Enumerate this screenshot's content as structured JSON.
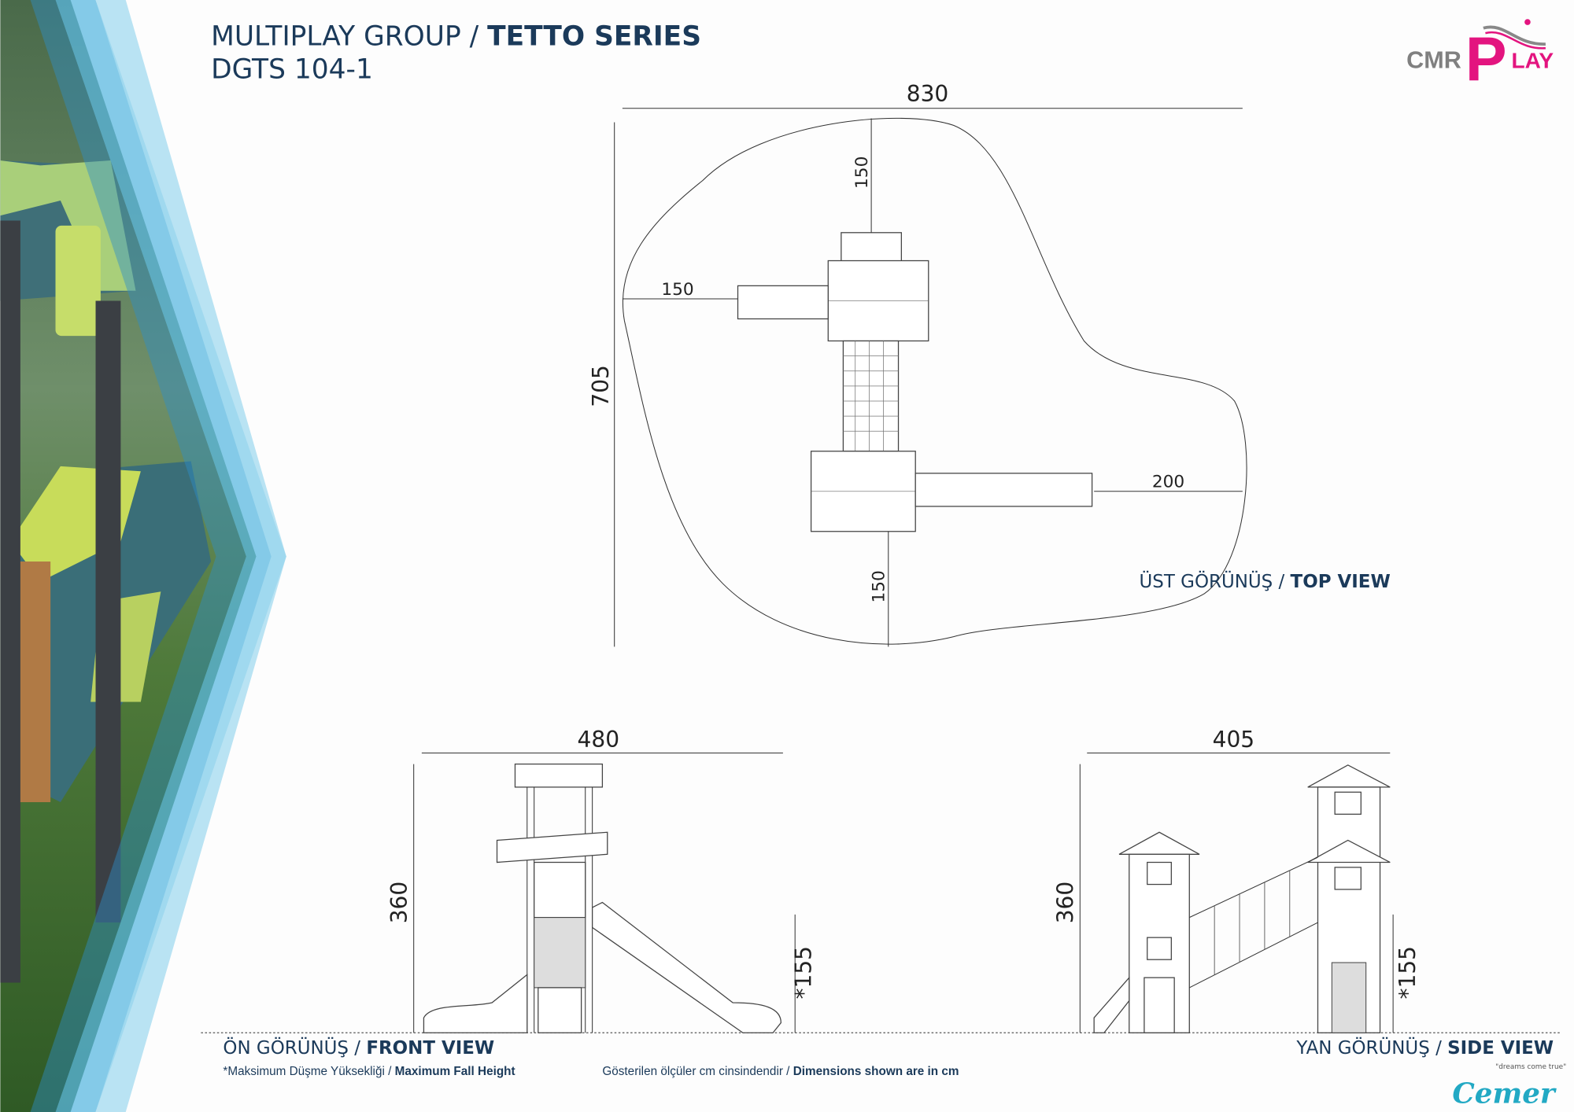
{
  "header": {
    "group": "MULTIPLAY GROUP / ",
    "series": "TETTO SERIES",
    "model": "DGTS 104-1"
  },
  "logo": {
    "cmr": "CMR",
    "p": "P",
    "lay": "LAY"
  },
  "top_view": {
    "dim_width": "830",
    "dim_height": "705",
    "dim_top": "150",
    "dim_left": "150",
    "dim_right": "200",
    "dim_bottom": "150",
    "label_tr": "ÜST GÖRÜNÜŞ / ",
    "label_en": "TOP VIEW"
  },
  "front_view": {
    "dim_width": "480",
    "dim_height": "360",
    "dim_fall": "*155",
    "label_tr": "ÖN GÖRÜNÜŞ / ",
    "label_en": "FRONT VIEW"
  },
  "side_view": {
    "dim_width": "405",
    "dim_height": "360",
    "dim_fall": "*155",
    "label_tr": "YAN GÖRÜNÜŞ / ",
    "label_en": "SIDE VIEW"
  },
  "footer": {
    "fall_tr": "*Maksimum Düşme Yüksekliği / ",
    "fall_en": "Maximum Fall Height",
    "dims_tr": "Gösterilen ölçüler cm cinsindendir / ",
    "dims_en": "Dimensions shown are in cm"
  },
  "brand": {
    "name": "Cemer",
    "tagline": "\"dreams come true\""
  },
  "colors": {
    "title": "#1b3a5a",
    "logo_pink": "#e3147f",
    "logo_gray": "#808080",
    "cemer": "#22a9c4",
    "stripe_blue": "#5bb8e0"
  }
}
